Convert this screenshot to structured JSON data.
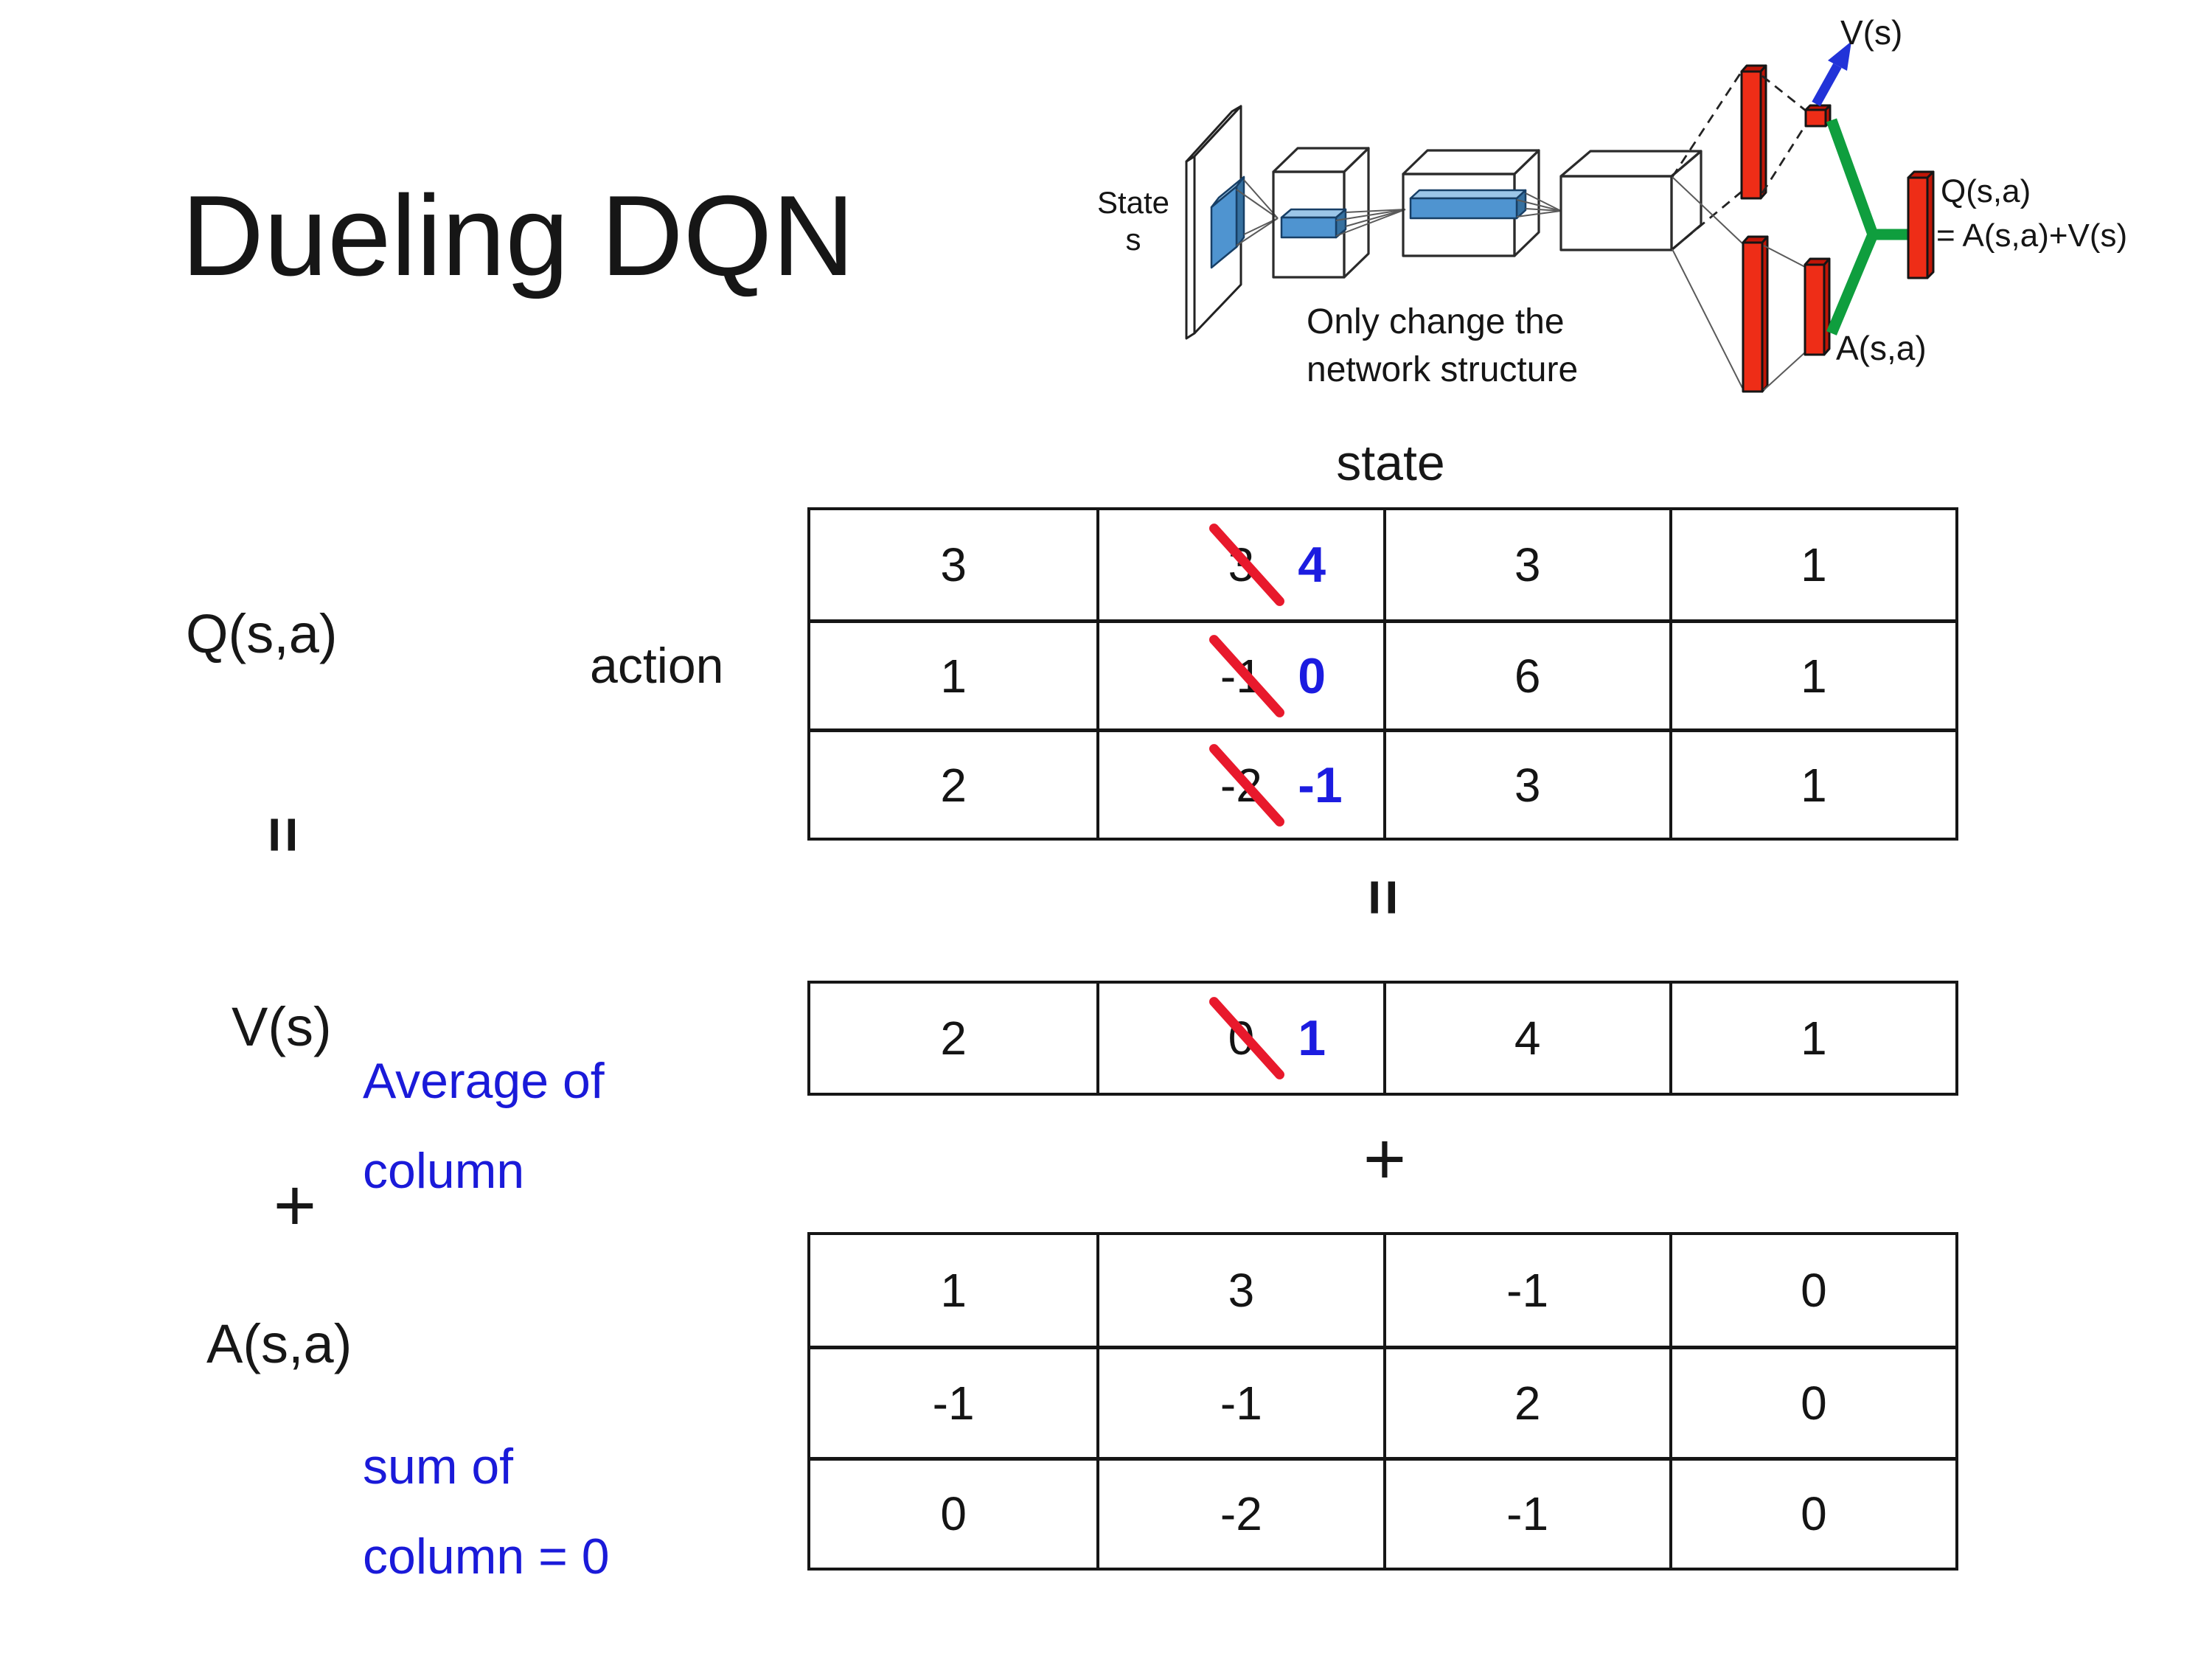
{
  "slide_title": "Dueling DQN",
  "diagram": {
    "state_label": "State",
    "state_sub": "s",
    "caption_line1": "Only change the",
    "caption_line2": "network structure",
    "v_arrow_label": "V(s)",
    "q_output_line1": "Q(s,a)",
    "q_output_line2": "= A(s,a)+V(s)",
    "advantage_label": "A(s,a)"
  },
  "equation": {
    "q_label": "Q(s,a)",
    "equals_left": "=",
    "v_label": "V(s)",
    "plus_left": "+",
    "a_label": "A(s,a)",
    "avg_note_line1": "Average of",
    "avg_note_line2": "column",
    "sum_note_line1": "sum of",
    "sum_note_line2": "column = 0",
    "action_label": "action",
    "state_label": "state",
    "equals_mid": "=",
    "plus_mid": "+"
  },
  "q_table": {
    "rows": [
      [
        {
          "v": "3"
        },
        {
          "old": "3",
          "new": "4"
        },
        {
          "v": "3"
        },
        {
          "v": "1"
        }
      ],
      [
        {
          "v": "1"
        },
        {
          "old": "-1",
          "new": "0"
        },
        {
          "v": "6"
        },
        {
          "v": "1"
        }
      ],
      [
        {
          "v": "2"
        },
        {
          "old": "-2",
          "new": "-1"
        },
        {
          "v": "3"
        },
        {
          "v": "1"
        }
      ]
    ]
  },
  "v_table": {
    "rows": [
      [
        {
          "v": "2"
        },
        {
          "old": "0",
          "new": "1"
        },
        {
          "v": "4"
        },
        {
          "v": "1"
        }
      ]
    ]
  },
  "a_table": {
    "rows": [
      [
        {
          "v": "1"
        },
        {
          "v": "3"
        },
        {
          "v": "-1"
        },
        {
          "v": "0"
        }
      ],
      [
        {
          "v": "-1"
        },
        {
          "v": "-1"
        },
        {
          "v": "2"
        },
        {
          "v": "0"
        }
      ],
      [
        {
          "v": "0"
        },
        {
          "v": "-2"
        },
        {
          "v": "-1"
        },
        {
          "v": "0"
        }
      ]
    ]
  },
  "colors": {
    "text_black": "#171717",
    "accent_blue": "#1c1ce0",
    "note_blue": "#1a1ad9",
    "slash_red": "#e8192c",
    "diagram_red": "#ee2d17",
    "diagram_green": "#0f9e3e",
    "feature_blue": "#4f94d0"
  }
}
